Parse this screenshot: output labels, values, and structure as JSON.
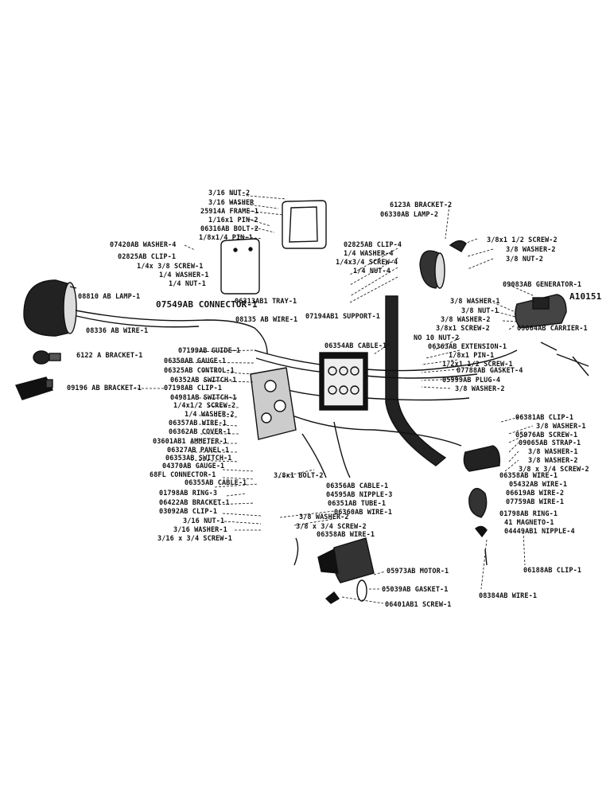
{
  "colors": {
    "ink": "#111111",
    "paper": "#ffffff"
  },
  "drawing_number": "A10151",
  "labels": {
    "nut_2_top": "3/16 NUT-2",
    "washer_top": "3/16 WASHER",
    "frame": "25914A FRAME-1",
    "pin_2": "1/16x1 PIN-2",
    "bolt_2": "06316AB BOLT-2",
    "pin_1": "1/8x1/4 PIN-1",
    "washer_4_left": "07420AB WASHER-4",
    "clip_1_left": "02825AB CLIP-1",
    "screw_1_left": "1/4x 3/8 SCREW-1",
    "washer_1_left": "1/4 WASHER-1",
    "nut_1_left": "1/4 NUT-1",
    "lamp_1": "08810 AB LAMP-1",
    "connector_1": "07549AB CONNECTOR-1",
    "tray": "06313AB1 TRAY-1",
    "wire_08135": "08135 AB WIRE-1",
    "wire_08336": "08336 AB WIRE-1",
    "support": "07194AB1 SUPPORT-1",
    "bracket_6122": "6122 A BRACKET-1",
    "guide": "07199AB GUIDE-1",
    "gauge_06350": "06350AB GAUGE-1",
    "control": "06325AB CONTROL-1",
    "switch_06352": "06352AB SWITCH-1",
    "bracket_09196": "09196 AB BRACKET-1",
    "clip_07198": "07198AB CLIP-1",
    "switch_04981": "04981AB SWITCH-1",
    "screw_2_left": "1/4x1/2 SCREW-2",
    "washer_2_left": "1/4 WASHER-2",
    "wire_06357": "06357AB WIRE-1",
    "cover": "06362AB COVER-1",
    "ammeter": "03601AB1 AMMETER-1",
    "panel": "06327AB PANEL-1",
    "switch_06353": "06353AB SWITCH-1",
    "gauge_04370": "04370AB GAUGE-1",
    "connector_68fl": "68FL CONNECTOR-1",
    "cable_06355": "06355AB CABLE-1",
    "ring_3": "01798AB RING-3",
    "bracket_06422": "06422AB BRACKET-1",
    "clip_03092": "03092AB CLIP-1",
    "nut_1_low": "3/16 NUT-1",
    "washer_1_low": "3/16 WASHER-1",
    "screw_1_low": "3/16 x 3/4 SCREW-1",
    "cable_06354": "06354AB CABLE-1",
    "bolt_2_center": "3/8x1 BOLT-2",
    "cable_06356": "06356AB CABLE-1",
    "nipple_3": "04595AB NIPPLE-3",
    "tube": "06351AB TUBE-1",
    "wire_06360": "06360AB WIRE-1",
    "washer_2_center": "3/8 WASHER-2",
    "screw_2_center": "3/8 x 3/4 SCREW-2",
    "wire_06358": "06358AB WIRE-1",
    "motor": "05973AB MOTOR-1",
    "gasket_05039": "05039AB GASKET-1",
    "screw_06401": "06401AB1 SCREW-1",
    "bracket_6123": "6123A BRACKET-2",
    "lamp_2": "06330AB LAMP-2",
    "clip_02825_4": "02825AB CLIP-4",
    "washer_4_mid": "1/4 WASHER-4",
    "screw_4_mid": "1/4x3/4 SCREW-4",
    "nut_4_mid": "1/4 NUT-4",
    "screw_2_right": "3/8x1 1/2 SCREW-2",
    "washer_2_right": "3/8 WASHER-2",
    "nut_2_right": "3/8 NUT-2",
    "generator": "09083AB GENERATOR-1",
    "washer_1_right": "3/8 WASHER-1",
    "nut_1_right": "3/8 NUT-1",
    "washer_2_right_b": "3/8 WASHER-2",
    "screw_2_right_b": "3/8x1 SCREW-2",
    "carrier": "09064AB CARRIER-1",
    "nut_2_no10": "NO 10 NUT-2",
    "extension": "06363AB EXTENSION-1",
    "pin_1_right": "1/8x1 PIN-1",
    "screw_1_right": "1/2x1 1/2 SCREW-1",
    "gasket_07788": "07788AB GASKET-4",
    "plug": "05999AB PLUG-4",
    "washer_2_right_c": "3/8 WASHER-2",
    "clip_06381": "06381AB CLIP-1",
    "washer_1_far": "3/8 WASHER-1",
    "screw_05976": "05976AB SCREW-1",
    "strap": "09065AB STRAP-1",
    "washer_1_far_b": "3/8 WASHER-1",
    "washer_2_far": "3/8 WASHER-2",
    "screw_2_far": "3/8 x 3/4 SCREW-2",
    "wire_06358_r": "06358AB WIRE-1",
    "wire_05432": "05432AB WIRE-1",
    "wire_06619": "06619AB WIRE-2",
    "wire_07759": "07759AB WIRE-1",
    "ring_1_r": "01798AB RING-1",
    "magneto": "41 MAGNETO-1",
    "nipple_4": "04449AB1 NIPPLE-4",
    "clip_06188": "06188AB CLIP-1",
    "wire_08384": "08384AB WIRE-1"
  }
}
